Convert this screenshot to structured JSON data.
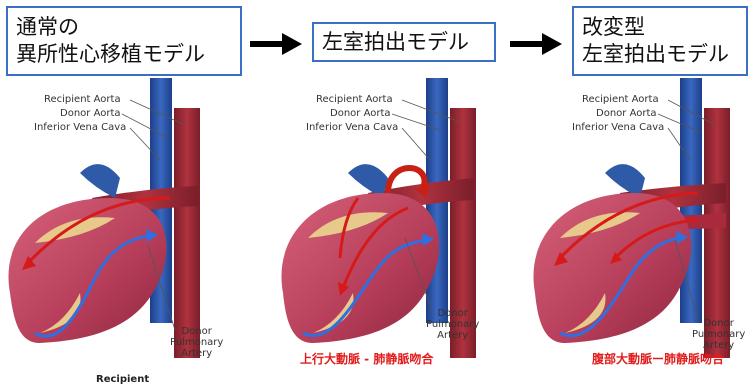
{
  "boxes": [
    {
      "line1": "通常の",
      "line2": "異所性心移植モデル"
    },
    {
      "line1": "左室拍出モデル"
    },
    {
      "line1": "改変型",
      "line2": "左室拍出モデル"
    }
  ],
  "labels": {
    "recipient_aorta": "Recipient Aorta",
    "donor_aorta": "Donor Aorta",
    "ivc": "Inferior Vena Cava",
    "donor_pa_1": "Donor",
    "donor_pa_2": "Pulmonary",
    "donor_pa_3": "Artery"
  },
  "captions": {
    "panel1": "Recipient",
    "panel2": "上行大動脈 - 肺静脈吻合",
    "panel3": "腹部大動脈ー肺静脈吻合"
  },
  "colors": {
    "box_border": "#3a6fc4",
    "caption_red": "#e21b1b",
    "red_flow": "#d61a1a",
    "blue_flow": "#2f6fe0"
  }
}
